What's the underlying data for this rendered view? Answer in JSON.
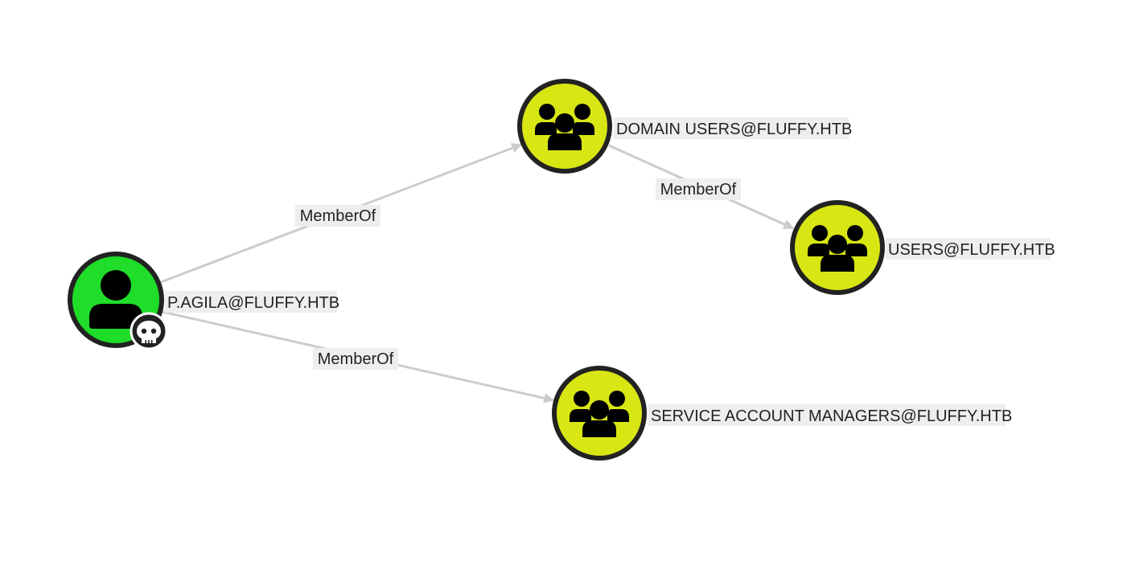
{
  "colors": {
    "user_node": "#1fdd28",
    "group_node": "#d8e614",
    "node_border": "#222222",
    "edge": "#cccccc",
    "label_background": "#eeeeee",
    "icon": "#000000"
  },
  "nodes": [
    {
      "id": "user",
      "label": "P.AGILA@FLUFFY.HTB",
      "type": "user",
      "icon": "person-icon",
      "badge_icon": "skull-icon"
    },
    {
      "id": "domain_users",
      "label": "DOMAIN USERS@FLUFFY.HTB",
      "type": "group",
      "icon": "group-icon"
    },
    {
      "id": "users",
      "label": "USERS@FLUFFY.HTB",
      "type": "group",
      "icon": "group-icon"
    },
    {
      "id": "service_account_managers",
      "label": "SERVICE ACCOUNT MANAGERS@FLUFFY.HTB",
      "type": "group",
      "icon": "group-icon"
    }
  ],
  "edges": [
    {
      "from": "user",
      "to": "domain_users",
      "label": "MemberOf"
    },
    {
      "from": "domain_users",
      "to": "users",
      "label": "MemberOf"
    },
    {
      "from": "user",
      "to": "service_account_managers",
      "label": "MemberOf"
    }
  ]
}
